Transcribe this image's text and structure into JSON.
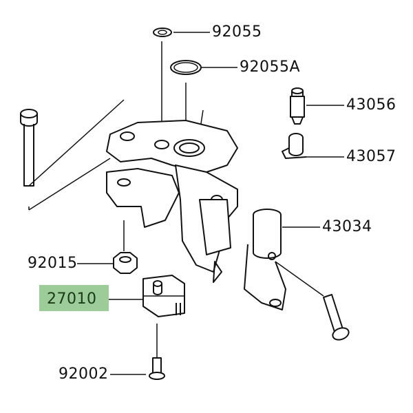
{
  "highlight_color": "#9ccc98",
  "parts": [
    {
      "id": "92055"
    },
    {
      "id": "92055A"
    },
    {
      "id": "43056"
    },
    {
      "id": "43057"
    },
    {
      "id": "43034"
    },
    {
      "id": "92015"
    },
    {
      "id": "27010",
      "highlighted": true
    },
    {
      "id": "92002"
    }
  ]
}
